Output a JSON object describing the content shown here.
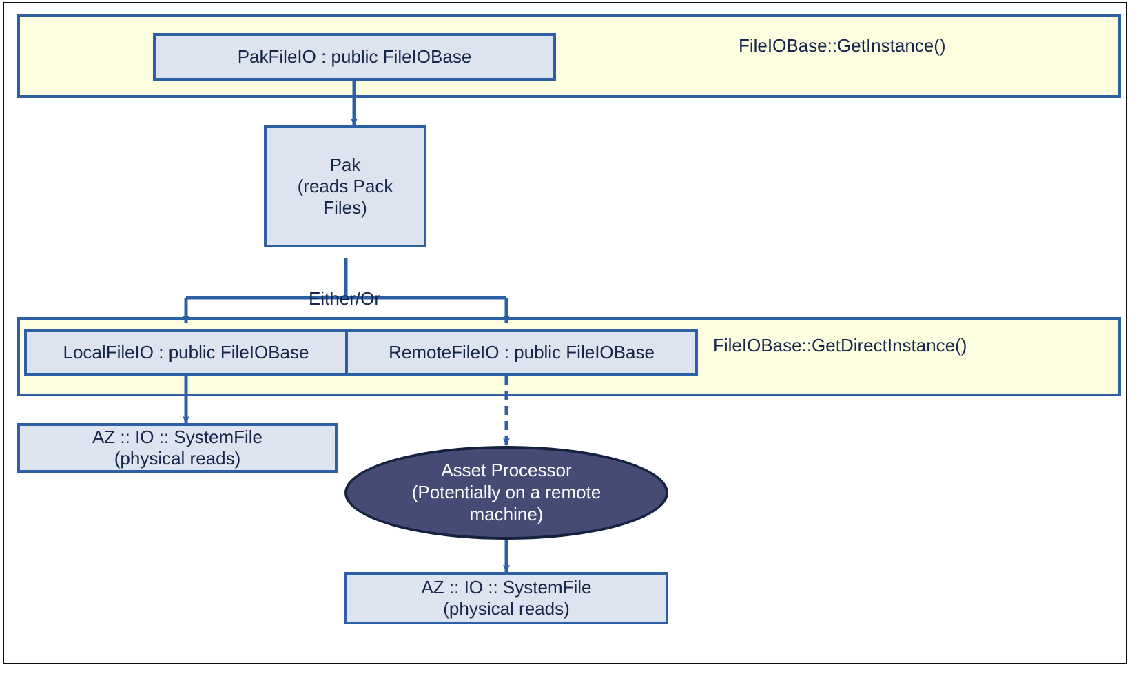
{
  "diagram": {
    "title": "FileIOBase architecture flow",
    "colors": {
      "band_fill": "#fdfddf",
      "node_fill": "#dde3ef",
      "stroke_blue": "#2d5fa5",
      "text_dark": "#16264a",
      "ellipse_fill": "#454b74",
      "ellipse_stroke": "#14213f",
      "frame_black": "#0d0d0d"
    },
    "bands": [
      {
        "id": "get-instance-band",
        "label": "FileIOBase::GetInstance()"
      },
      {
        "id": "get-direct-instance-band",
        "label": "FileIOBase::GetDirectInstance()"
      }
    ],
    "nodes": {
      "pak_file_io": {
        "label": "PakFileIO : public FileIOBase"
      },
      "pak": {
        "line1": "Pak",
        "line2": "(reads Pack",
        "line3": "Files)"
      },
      "local_file_io": {
        "label": "LocalFileIO : public FileIOBase"
      },
      "remote_file_io": {
        "label": "RemoteFileIO : public FileIOBase"
      },
      "system_file_left": {
        "line1": "AZ :: IO :: SystemFile",
        "line2": "(physical reads)"
      },
      "asset_processor": {
        "line1": "Asset Processor",
        "line2": "(Potentially on a remote",
        "line3": "machine)"
      },
      "system_file_bottom": {
        "line1": "AZ :: IO :: SystemFile",
        "line2": "(physical reads)"
      }
    },
    "edges": {
      "either_or": "Either/Or"
    }
  }
}
